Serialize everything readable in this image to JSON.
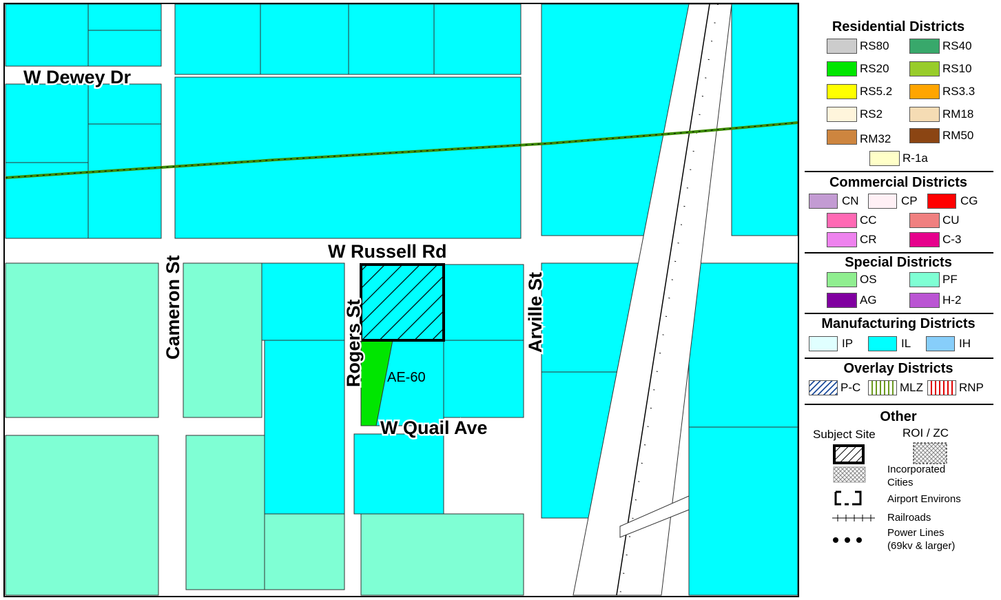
{
  "map": {
    "streets": {
      "w_dewey_dr": "W Dewey Dr",
      "w_russell_rd": "W Russell Rd",
      "cameron_st": "Cameron St",
      "rogers_st": "Rogers St",
      "arville_st": "Arville St",
      "w_quail_ave": "W Quail Ave"
    },
    "zone_label": "AE-60",
    "colors": {
      "il": "#00FFFF",
      "pf": "#7FFFD4",
      "rs20": "#00E600",
      "road": "#FFFFFF",
      "power_line": "#3D8C00"
    }
  },
  "legend": {
    "residential": {
      "title": "Residential Districts",
      "items": [
        {
          "label": "RS80",
          "color": "#CCCCCC"
        },
        {
          "label": "RS40",
          "color": "#38A86B"
        },
        {
          "label": "RS20",
          "color": "#00E600"
        },
        {
          "label": "RS10",
          "color": "#98CC2A"
        },
        {
          "label": "RS5.2",
          "color": "#FFFF00"
        },
        {
          "label": "RS3.3",
          "color": "#FFA500"
        },
        {
          "label": "RS2",
          "color": "#FFF5DC"
        },
        {
          "label": "RM18",
          "color": "#F5DCB4"
        },
        {
          "label": "RM32",
          "color": "#CD853F"
        },
        {
          "label": "RM50",
          "color": "#8B4513"
        },
        {
          "label": "R-1a",
          "color": "#FFFFC8"
        }
      ]
    },
    "commercial": {
      "title": "Commercial Districts",
      "items": [
        {
          "label": "CN",
          "color": "#C39BD3"
        },
        {
          "label": "CP",
          "color": "#FFF0F5"
        },
        {
          "label": "CG",
          "color": "#FF0000"
        },
        {
          "label": "CC",
          "color": "#FF69B4"
        },
        {
          "label": "CU",
          "color": "#F08080"
        },
        {
          "label": "CR",
          "color": "#EE82EE"
        },
        {
          "label": "C-3",
          "color": "#E6008C"
        }
      ]
    },
    "special": {
      "title": "Special Districts",
      "items": [
        {
          "label": "OS",
          "color": "#90EE90"
        },
        {
          "label": "PF",
          "color": "#7FFFD4"
        },
        {
          "label": "AG",
          "color": "#8000A0"
        },
        {
          "label": "H-2",
          "color": "#BA55D3"
        }
      ]
    },
    "manufacturing": {
      "title": "Manufacturing Districts",
      "items": [
        {
          "label": "IP",
          "color": "#E0FFFF"
        },
        {
          "label": "IL",
          "color": "#00FFFF"
        },
        {
          "label": "IH",
          "color": "#87CEFA"
        }
      ]
    },
    "overlay": {
      "title": "Overlay Districts",
      "items": [
        {
          "label": "P-C",
          "color": "#1F4E9C"
        },
        {
          "label": "MLZ",
          "color": "#6B9A1F"
        },
        {
          "label": "RNP",
          "color": "#E00000"
        }
      ]
    },
    "other": {
      "title": "Other",
      "subject_site": "Subject Site",
      "roi_zc": "ROI / ZC",
      "incorporated_cities_1": "Incorporated",
      "incorporated_cities_2": "Cities",
      "airport_environs": "Airport Environs",
      "railroads": "Railroads",
      "power_lines_1": "Power Lines",
      "power_lines_2": "(69kv & larger)"
    }
  }
}
